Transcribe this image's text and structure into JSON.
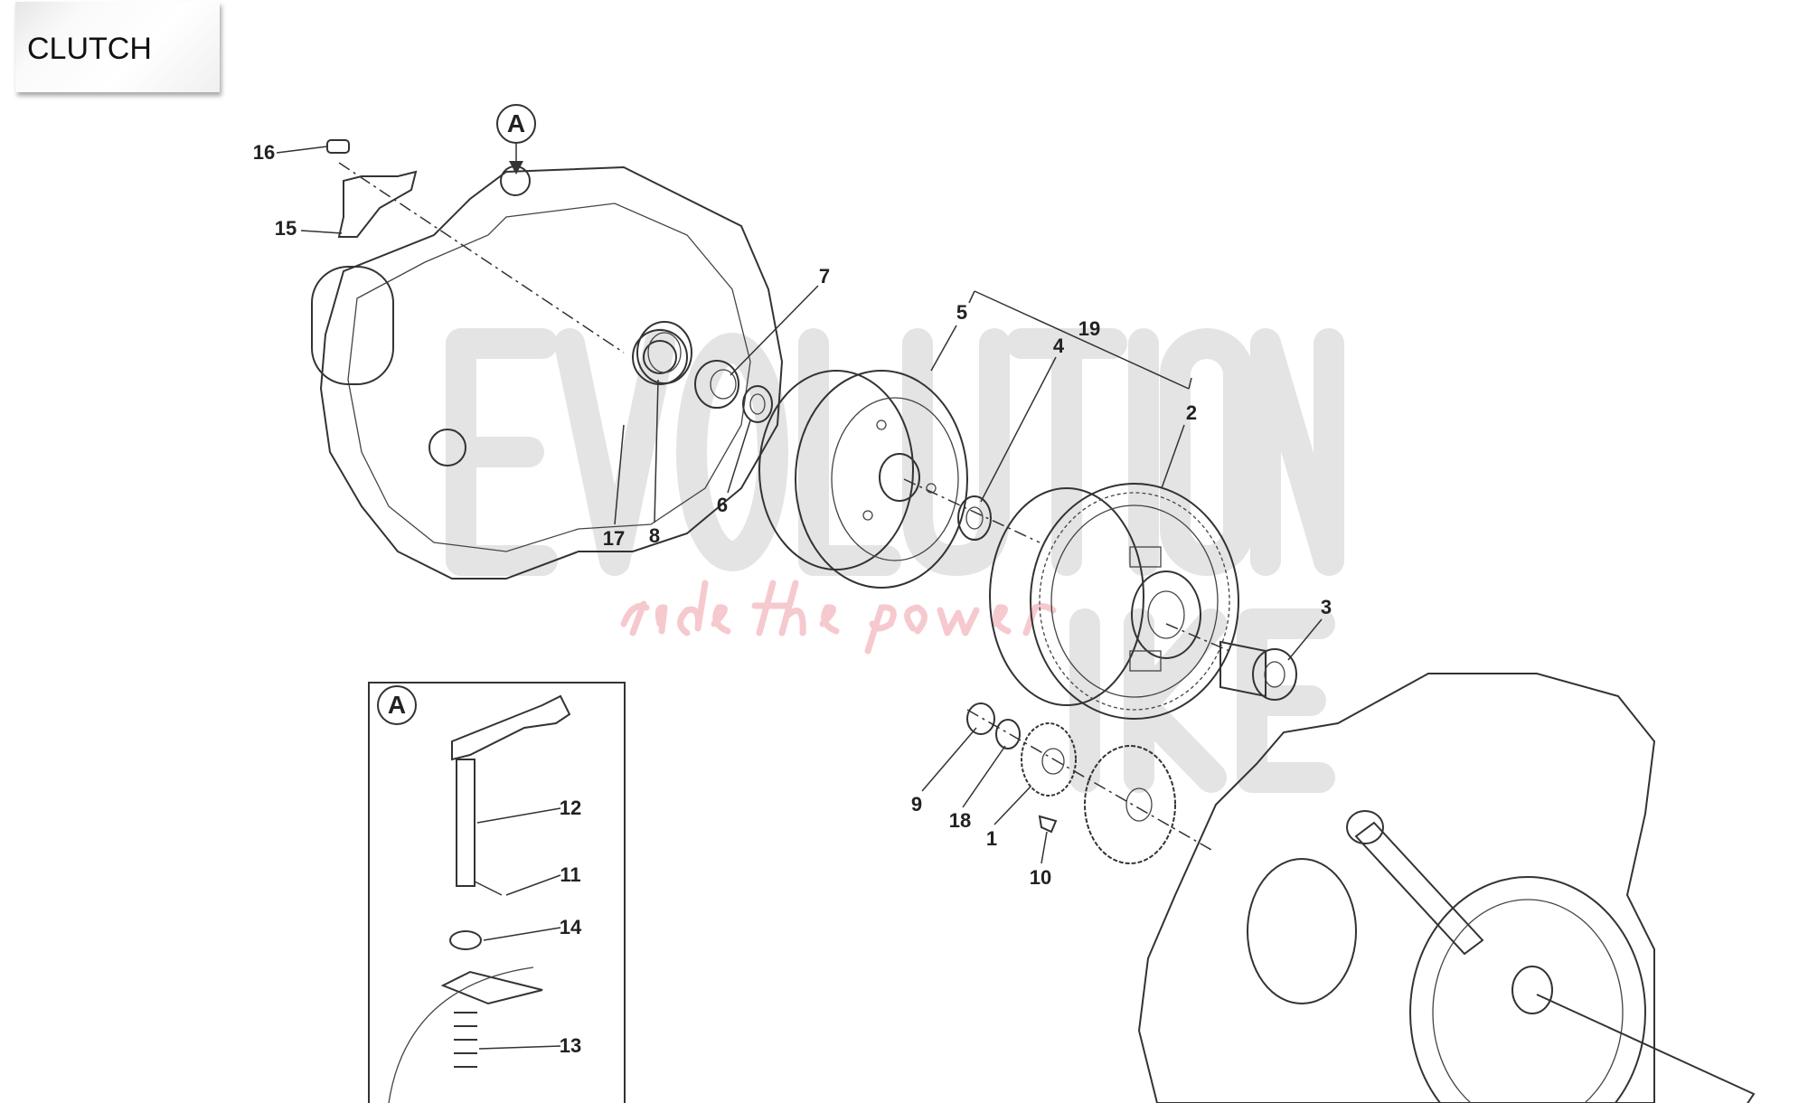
{
  "title": "CLUTCH",
  "watermark": {
    "brand": "EVOLUTION BIKE",
    "slogan": "ride the power"
  },
  "detail_marker": "A",
  "inset": {
    "marker": "A",
    "parts": [
      "12",
      "11",
      "14",
      "13"
    ]
  },
  "part_labels": {
    "p1": "1",
    "p2": "2",
    "p3": "3",
    "p4": "4",
    "p5": "5",
    "p6": "6",
    "p7": "7",
    "p8": "8",
    "p9": "9",
    "p10": "10",
    "p11": "11",
    "p12": "12",
    "p13": "13",
    "p14": "14",
    "p15": "15",
    "p16": "16",
    "p17": "17",
    "p18": "18",
    "p19": "19"
  }
}
